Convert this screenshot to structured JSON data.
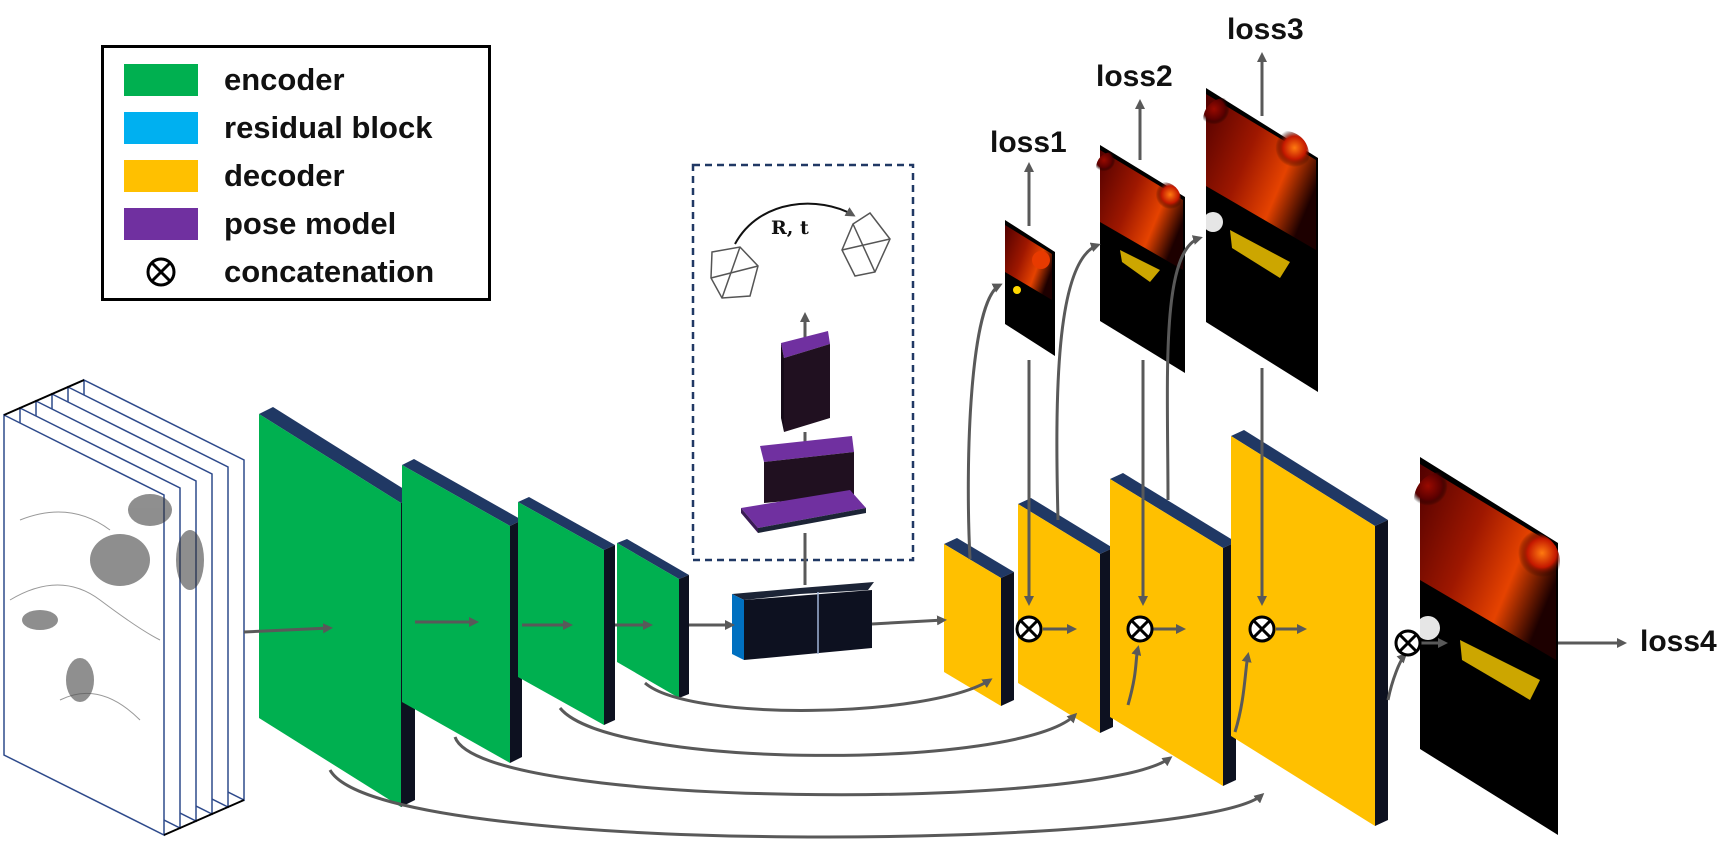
{
  "legend": {
    "items": [
      {
        "label": "encoder",
        "color": "#00b050"
      },
      {
        "label": "residual block",
        "color": "#00b0f0"
      },
      {
        "label": "decoder",
        "color": "#ffc000"
      },
      {
        "label": "pose model",
        "color": "#7030a0"
      },
      {
        "label": "concatenation",
        "symbol": "⊗"
      }
    ]
  },
  "pose": {
    "transform_label": "R, t"
  },
  "losses": {
    "loss1": "loss1",
    "loss2": "loss2",
    "loss3": "loss3",
    "loss4": "loss4"
  },
  "colors": {
    "encoder": "#00b050",
    "residual": "#0070c0",
    "decoder": "#ffc000",
    "pose": "#7030a0",
    "block_side": "#0d1120",
    "block_top": "#203864",
    "arrow": "#595959"
  }
}
